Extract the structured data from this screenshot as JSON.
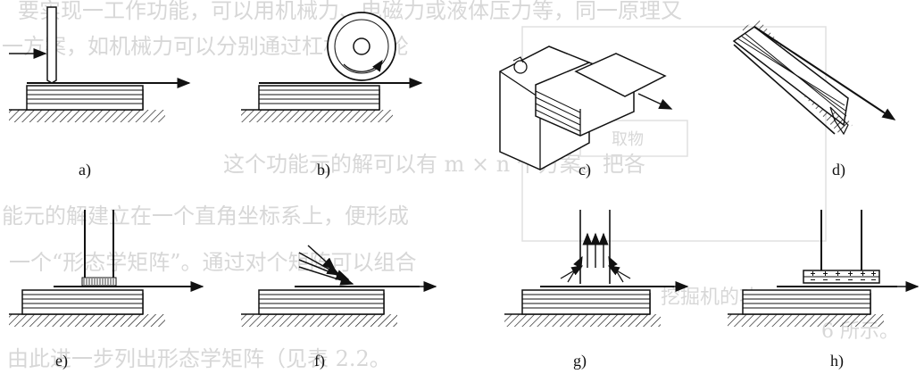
{
  "background_text": {
    "line1": "要实现一工作功能，可以用机械力、电磁力或液体压力等，同一原理又",
    "line2": "一方案，如机械力可以分别通过杠杆、凸轮",
    "line3": "这个功能元的解可以有 m × n 个方案。把各",
    "line4": "能元的解建立在一个直角坐标系上，便形成",
    "line5": "一个“形态学矩阵”。通过对个矩阵可以组合",
    "line6": "由此进一步列出形态学矩阵（见表 2.2。",
    "right1": "挖掘机的功",
    "right2": "6 所示。",
    "box_label": "取物"
  },
  "panels": {
    "a": "a)",
    "b": "b)",
    "c": "c)",
    "d": "d)",
    "e": "e)",
    "f": "f)",
    "g": "g)",
    "h": "h)"
  }
}
